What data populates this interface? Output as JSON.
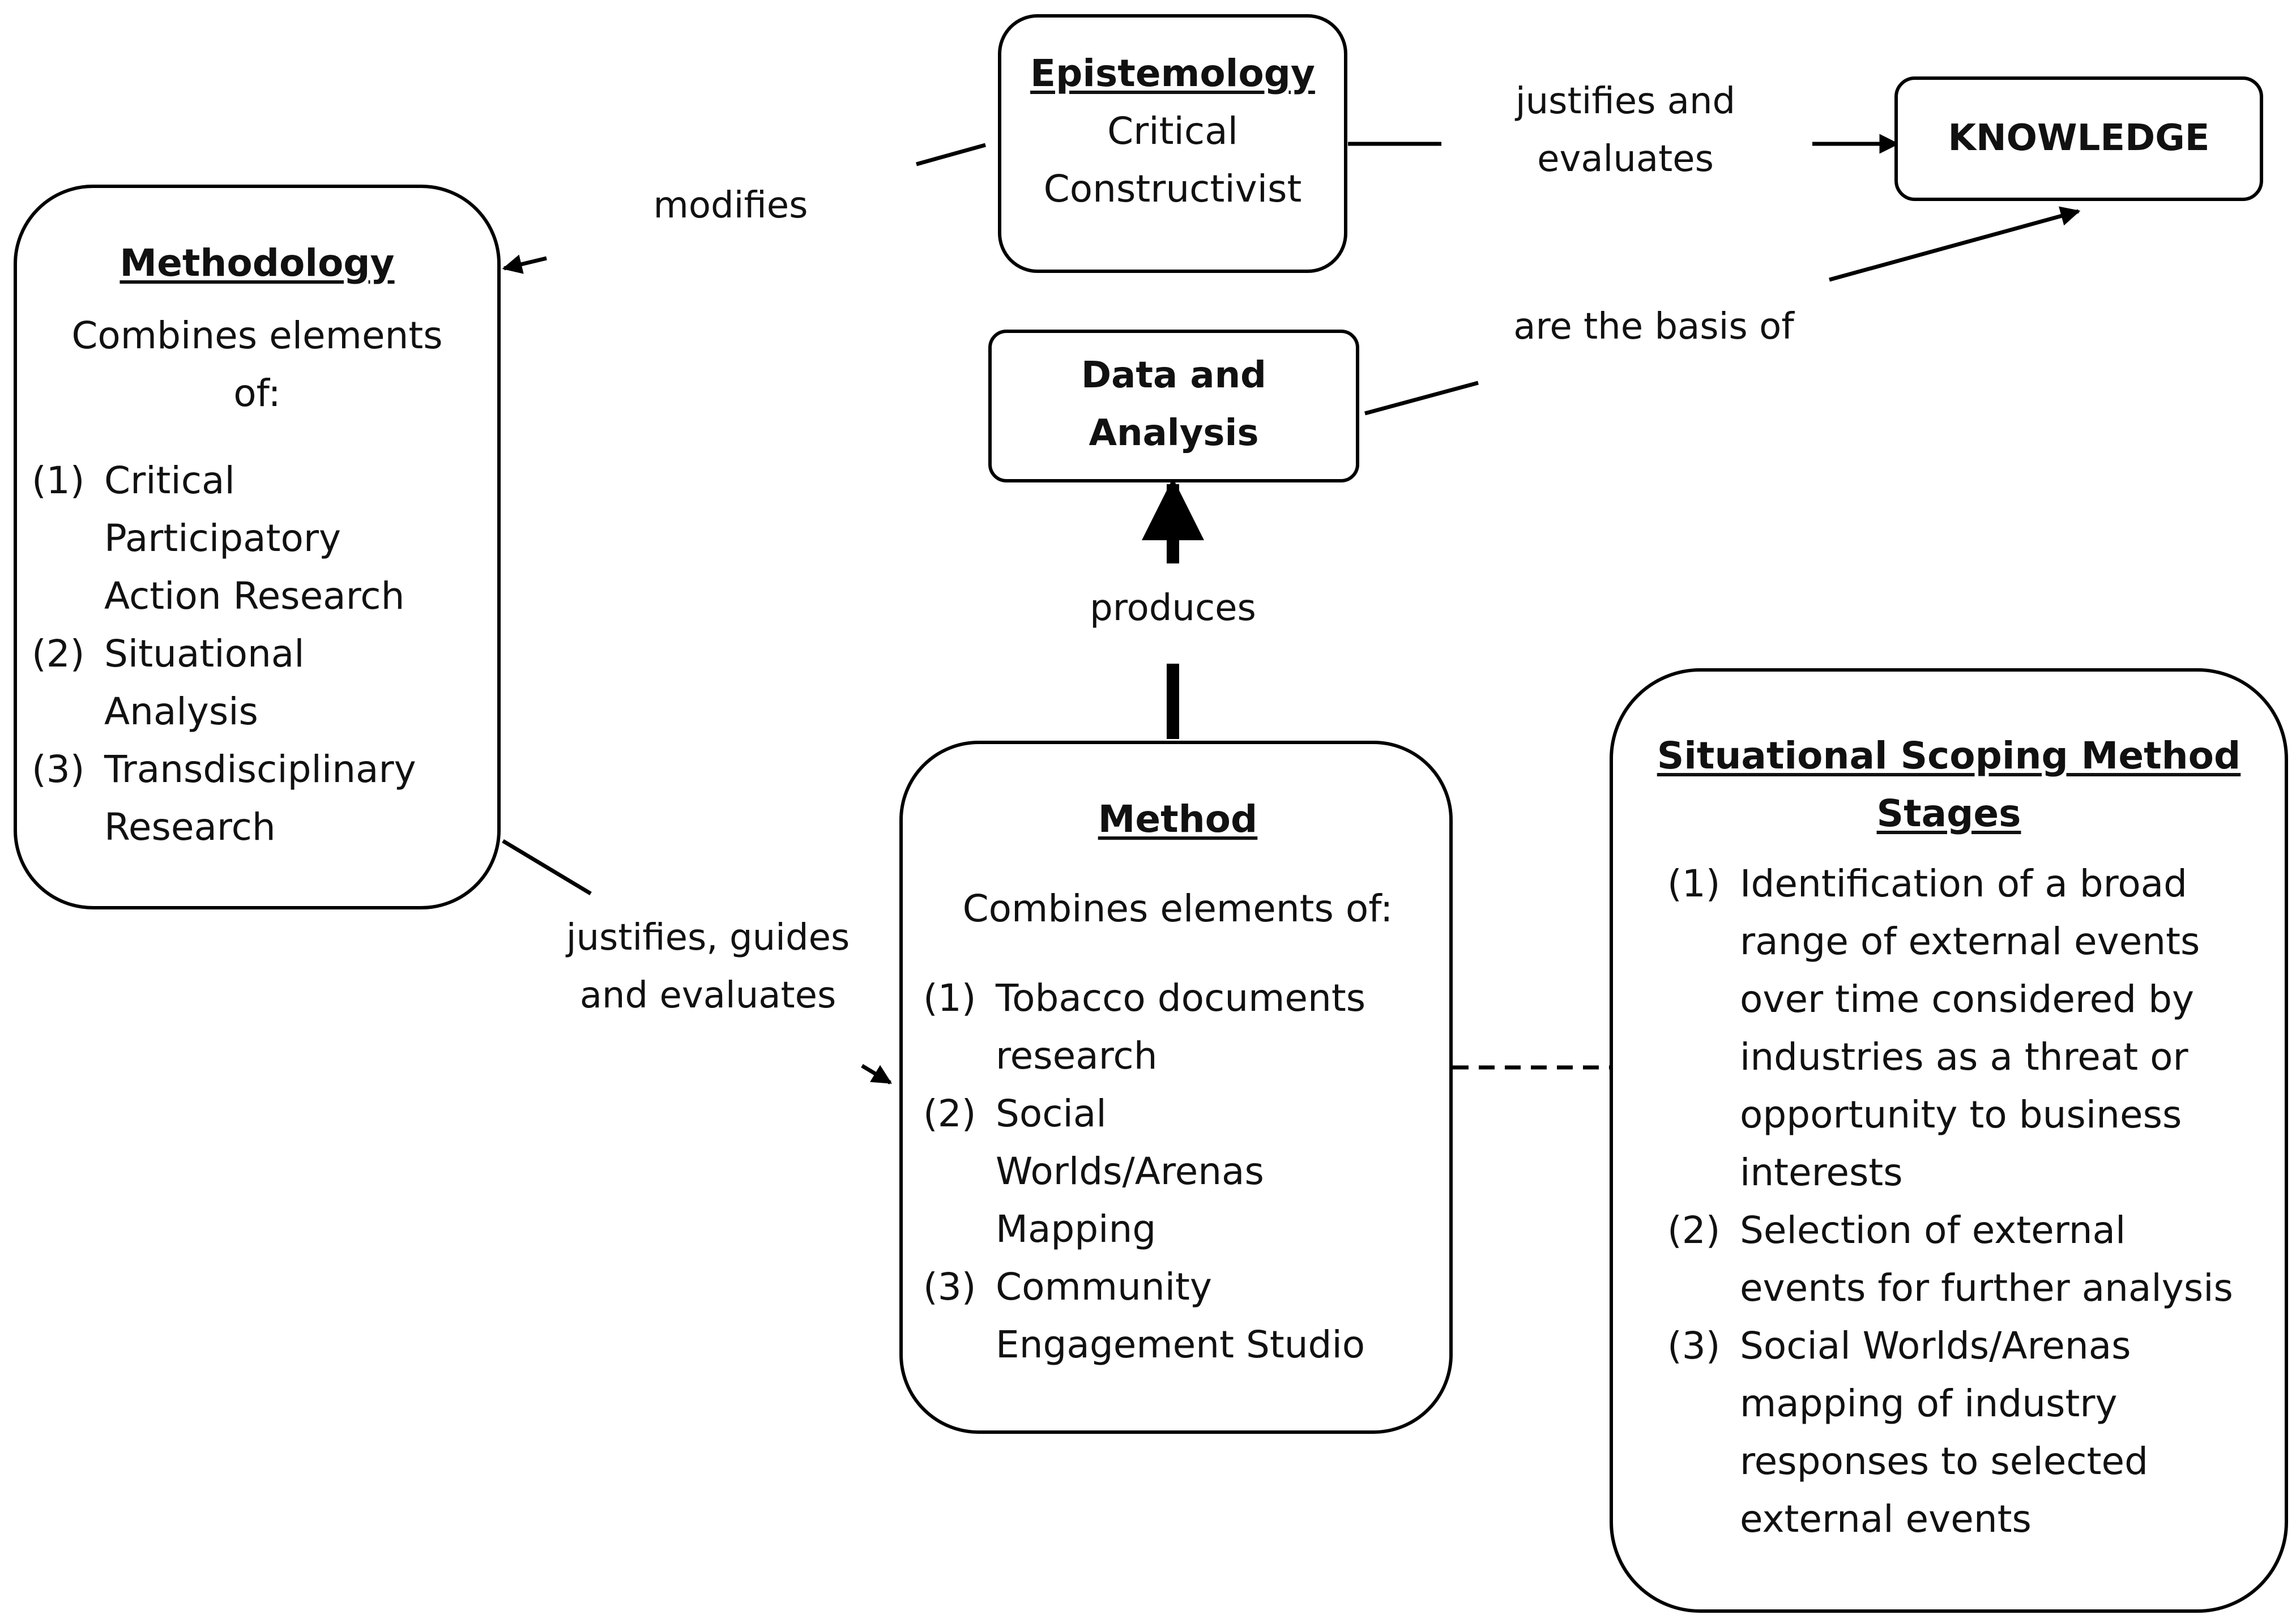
{
  "epistemology": {
    "title": "Epistemology",
    "line1": "Critical",
    "line2": "Constructivist"
  },
  "knowledge": {
    "title": "KNOWLEDGE"
  },
  "data_analysis": {
    "line1": "Data and",
    "line2": "Analysis"
  },
  "methodology": {
    "title": "Methodology",
    "intro_line1": "Combines elements",
    "intro_line2": "of:",
    "items": [
      {
        "num": "(1)",
        "lines": [
          "Critical",
          "Participatory",
          "Action Research"
        ]
      },
      {
        "num": "(2)",
        "lines": [
          "Situational",
          "Analysis"
        ]
      },
      {
        "num": "(3)",
        "lines": [
          "Transdisciplinary",
          "Research"
        ]
      }
    ]
  },
  "method": {
    "title": "Method",
    "intro": "Combines elements of:",
    "items": [
      {
        "num": "(1)",
        "lines": [
          "Tobacco documents",
          "research"
        ]
      },
      {
        "num": "(2)",
        "lines": [
          "Social",
          "Worlds/Arenas",
          "Mapping"
        ]
      },
      {
        "num": "(3)",
        "lines": [
          "Community",
          "Engagement Studio"
        ]
      }
    ]
  },
  "stages": {
    "title_line1": "Situational Scoping Method",
    "title_line2": "Stages",
    "items": [
      {
        "num": "(1)",
        "lines": [
          "Identification of a broad",
          "range of external events",
          "over time considered by",
          "industries as a threat or",
          "opportunity to business",
          "interests"
        ]
      },
      {
        "num": "(2)",
        "lines": [
          "Selection of external",
          "events for further analysis"
        ]
      },
      {
        "num": "(3)",
        "lines": [
          "Social Worlds/Arenas",
          "mapping of industry",
          "responses to selected",
          "external events"
        ]
      }
    ]
  },
  "edge_labels": {
    "modifies": "modifies",
    "justifies_evaluates_1": "justifies and",
    "justifies_evaluates_2": "evaluates",
    "basis_of": "are the basis of",
    "produces": "produces",
    "guides_1": "justifies, guides",
    "guides_2": "and evaluates"
  }
}
